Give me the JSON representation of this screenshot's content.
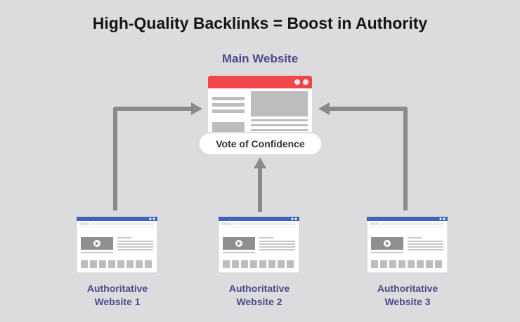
{
  "title": "High-Quality Backlinks = Boost in Authority",
  "main_site": {
    "label": "Main Website",
    "badge": "Vote of Confidence"
  },
  "sites": [
    {
      "line1": "Authoritative",
      "line2": "Website 1"
    },
    {
      "line1": "Authoritative",
      "line2": "Website 2"
    },
    {
      "line1": "Authoritative",
      "line2": "Website 3"
    }
  ],
  "colors": {
    "background": "#dcdcdf",
    "title_text": "#151515",
    "label_text": "#4a4a8a",
    "main_window_bar": "#f0474b",
    "small_window_bar": "#3f63bf",
    "arrow": "#8a8a8a",
    "placeholder": "#bdbdbd"
  },
  "icons": [
    "browser-window-icon",
    "video-play-icon",
    "arrow-right-icon",
    "arrow-up-icon",
    "arrow-left-icon"
  ]
}
